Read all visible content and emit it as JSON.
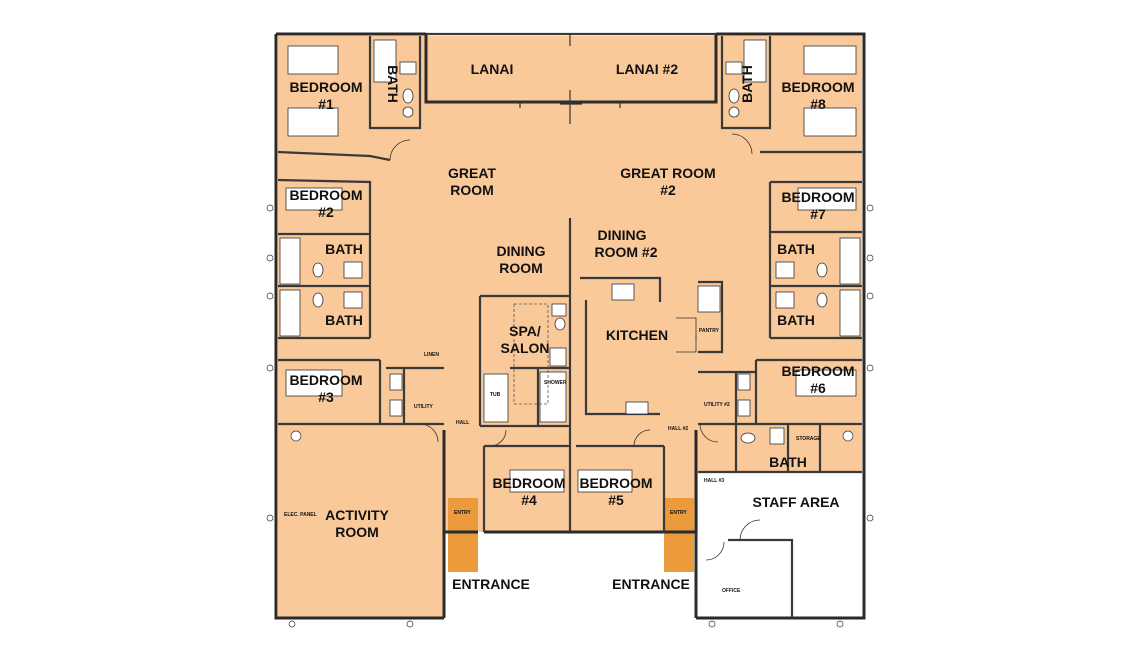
{
  "colors": {
    "room_fill": "#f9c99a",
    "entry_fill": "#eb9a3c",
    "staff_fill": "#ffffff",
    "wall": "#3a3a3a",
    "background": "#ffffff"
  },
  "rooms": {
    "bedroom_1": [
      "BEDROOM",
      "#1"
    ],
    "bedroom_2": [
      "BEDROOM",
      "#2"
    ],
    "bedroom_3": [
      "BEDROOM",
      "#3"
    ],
    "bedroom_4": [
      "BEDROOM",
      "#4"
    ],
    "bedroom_5": [
      "BEDROOM",
      "#5"
    ],
    "bedroom_6": [
      "BEDROOM",
      "#6"
    ],
    "bedroom_7": [
      "BEDROOM",
      "#7"
    ],
    "bedroom_8": [
      "BEDROOM",
      "#8"
    ],
    "lanai": "LANAI",
    "lanai_2": "LANAI #2",
    "great_room": [
      "GREAT",
      "ROOM"
    ],
    "great_room_2": [
      "GREAT ROOM",
      "#2"
    ],
    "dining_room": [
      "DINING",
      "ROOM"
    ],
    "dining_room_2": [
      "DINING",
      "ROOM #2"
    ],
    "spa_salon": [
      "SPA/",
      "SALON"
    ],
    "kitchen": "KITCHEN",
    "activity_room": [
      "ACTIVITY",
      "ROOM"
    ],
    "staff_area": "STAFF AREA",
    "bath": "BATH",
    "entrance": "ENTRANCE"
  },
  "small_labels": {
    "linen": "LINEN",
    "utility": "UTILITY",
    "utility_2": "UTILITY #2",
    "hall": "HALL",
    "hall_2": "HALL #2",
    "hall_3": "HALL #3",
    "pantry": "PANTRY",
    "entry": "ENTRY",
    "storage": "STORAGE",
    "office": "OFFICE",
    "tub": "TUB",
    "shower": "SHOWER",
    "elec_panel": "ELEC. PANEL"
  }
}
